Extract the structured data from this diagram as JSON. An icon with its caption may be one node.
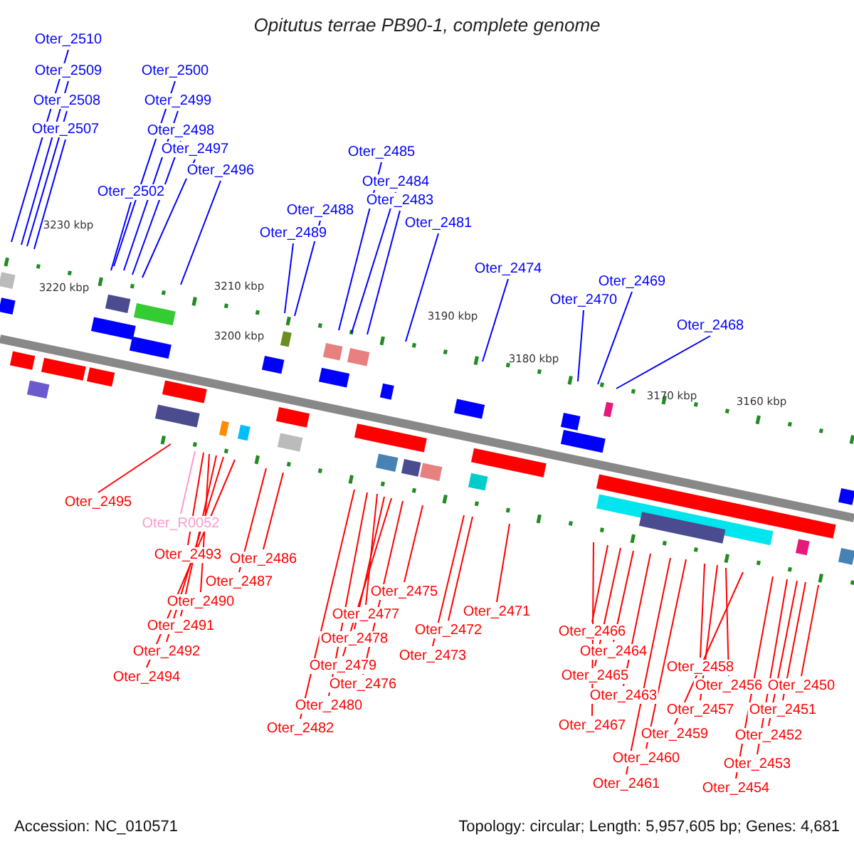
{
  "diagram": {
    "title": "Opitutus terrae PB90-1, complete genome",
    "nodes": [
      {
        "text": [
          "Oter_2510"
        ]
      },
      {
        "text": [
          "Oter_2509"
        ]
      },
      {
        "text": [
          "Oter_2500"
        ]
      },
      {
        "text": [
          "Oter_2508"
        ]
      },
      {
        "text": [
          "Oter_2499"
        ]
      },
      {
        "text": [
          "Oter_2507"
        ]
      },
      {
        "text": [
          "Oter_2498"
        ]
      },
      {
        "text": [
          "Oter_2485"
        ]
      },
      {
        "text": [
          "Oter_2497"
        ]
      },
      {
        "text": [
          "Oter_2496"
        ]
      },
      {
        "text": [
          "Oter_2484"
        ]
      },
      {
        "text": [
          "Oter_2502"
        ]
      },
      {
        "text": [
          "Oter_2483"
        ]
      },
      {
        "text": [
          "Oter_2488"
        ]
      },
      {
        "text": [
          "Oter_2481"
        ]
      },
      {
        "text": [
          "Oter_2489"
        ]
      },
      {
        "text": [
          "Oter_2474"
        ]
      },
      {
        "text": [
          "Oter_2469"
        ]
      },
      {
        "text": [
          "Oter_2470"
        ]
      },
      {
        "text": [
          "Oter_2468"
        ]
      },
      {
        "text": [
          "Oter_2495"
        ]
      },
      {
        "text": [
          "Oter_R0052"
        ]
      },
      {
        "text": [
          "Oter_2493"
        ]
      },
      {
        "text": [
          "Oter_2486"
        ]
      },
      {
        "text": [
          "Oter_2487"
        ]
      },
      {
        "text": [
          "Oter_2490"
        ]
      },
      {
        "text": [
          "Oter_2491"
        ]
      },
      {
        "text": [
          "Oter_2492"
        ]
      },
      {
        "text": [
          "Oter_2494"
        ]
      },
      {
        "text": [
          "Oter_2475"
        ]
      },
      {
        "text": [
          "Oter_2477"
        ]
      },
      {
        "text": [
          "Oter_2478"
        ]
      },
      {
        "text": [
          "Oter_2479"
        ]
      },
      {
        "text": [
          "Oter_2476"
        ]
      },
      {
        "text": [
          "Oter_2480"
        ]
      },
      {
        "text": [
          "Oter_2482"
        ]
      },
      {
        "text": [
          "Oter_2471"
        ]
      },
      {
        "text": [
          "Oter_2472"
        ]
      },
      {
        "text": [
          "Oter_2473"
        ]
      },
      {
        "text": [
          "Oter_2466"
        ]
      },
      {
        "text": [
          "Oter_2464"
        ]
      },
      {
        "text": [
          "Oter_2465"
        ]
      },
      {
        "text": [
          "Oter_2463"
        ]
      },
      {
        "text": [
          "Oter_2467"
        ]
      },
      {
        "text": [
          "Oter_2458"
        ]
      },
      {
        "text": [
          "Oter_2456"
        ]
      },
      {
        "text": [
          "Oter_2450"
        ]
      },
      {
        "text": [
          "Oter_2457"
        ]
      },
      {
        "text": [
          "Oter_2451"
        ]
      },
      {
        "text": [
          "Oter_2459"
        ]
      },
      {
        "text": [
          "Oter_2452"
        ]
      },
      {
        "text": [
          "Oter_2460"
        ]
      },
      {
        "text": [
          "Oter_2453"
        ]
      },
      {
        "text": [
          "Oter_2461"
        ]
      },
      {
        "text": [
          "Oter_2454"
        ]
      }
    ],
    "edges": [
      {
        "from": 0,
        "to": null,
        "arrow": "none",
        "color": "#0000ff"
      },
      {
        "from": 1,
        "to": null,
        "arrow": "none",
        "color": "#0000ff"
      },
      {
        "from": 2,
        "to": null,
        "arrow": "none",
        "color": "#0000ff"
      },
      {
        "from": 3,
        "to": null,
        "arrow": "none",
        "color": "#0000ff"
      },
      {
        "from": 4,
        "to": null,
        "arrow": "none",
        "color": "#0000ff"
      },
      {
        "from": 5,
        "to": null,
        "arrow": "none",
        "color": "#0000ff"
      },
      {
        "from": 6,
        "to": null,
        "arrow": "none",
        "color": "#0000ff"
      },
      {
        "from": 7,
        "to": null,
        "arrow": "none",
        "color": "#0000ff"
      },
      {
        "from": 8,
        "to": null,
        "arrow": "none",
        "color": "#0000ff"
      },
      {
        "from": 9,
        "to": null,
        "arrow": "none",
        "color": "#0000ff"
      },
      {
        "from": 10,
        "to": null,
        "arrow": "none",
        "color": "#0000ff"
      },
      {
        "from": 11,
        "to": null,
        "arrow": "none",
        "color": "#0000ff"
      },
      {
        "from": 12,
        "to": null,
        "arrow": "none",
        "color": "#0000ff"
      },
      {
        "from": 13,
        "to": null,
        "arrow": "none",
        "color": "#0000ff"
      },
      {
        "from": 14,
        "to": null,
        "arrow": "none",
        "color": "#0000ff"
      },
      {
        "from": 15,
        "to": null,
        "arrow": "none",
        "color": "#0000ff"
      },
      {
        "from": 16,
        "to": null,
        "arrow": "none",
        "color": "#0000ff"
      },
      {
        "from": 17,
        "to": null,
        "arrow": "none",
        "color": "#0000ff"
      },
      {
        "from": 18,
        "to": null,
        "arrow": "none",
        "color": "#0000ff"
      },
      {
        "from": 19,
        "to": null,
        "arrow": "none",
        "color": "#0000ff"
      },
      {
        "from": 20,
        "to": null,
        "arrow": "none"
      },
      {
        "from": 21,
        "to": null,
        "arrow": "none",
        "color": "#ff99cc"
      },
      {
        "from": 22,
        "to": null,
        "arrow": "none"
      },
      {
        "from": 23,
        "to": null,
        "arrow": "none"
      },
      {
        "from": 24,
        "to": null,
        "arrow": "none"
      },
      {
        "from": 25,
        "to": null,
        "arrow": "none"
      },
      {
        "from": 26,
        "to": null,
        "arrow": "none"
      },
      {
        "from": 27,
        "to": null,
        "arrow": "none"
      },
      {
        "from": 28,
        "to": null,
        "arrow": "none"
      },
      {
        "from": 29,
        "to": null,
        "arrow": "none"
      },
      {
        "from": 30,
        "to": null,
        "arrow": "none"
      },
      {
        "from": 31,
        "to": null,
        "arrow": "none"
      },
      {
        "from": 32,
        "to": null,
        "arrow": "none"
      },
      {
        "from": 33,
        "to": null,
        "arrow": "none"
      },
      {
        "from": 34,
        "to": null,
        "arrow": "none"
      },
      {
        "from": 35,
        "to": null,
        "arrow": "none"
      },
      {
        "from": 36,
        "to": null,
        "arrow": "none"
      },
      {
        "from": 37,
        "to": null,
        "arrow": "none"
      },
      {
        "from": 38,
        "to": null,
        "arrow": "none"
      },
      {
        "from": 39,
        "to": null,
        "arrow": "none"
      },
      {
        "from": 40,
        "to": null,
        "arrow": "none"
      },
      {
        "from": 41,
        "to": null,
        "arrow": "none"
      },
      {
        "from": 42,
        "to": null,
        "arrow": "none"
      },
      {
        "from": 43,
        "to": null,
        "arrow": "none"
      },
      {
        "from": 44,
        "to": null,
        "arrow": "none"
      },
      {
        "from": 45,
        "to": null,
        "arrow": "none"
      },
      {
        "from": 46,
        "to": null,
        "arrow": "none"
      },
      {
        "from": 47,
        "to": null,
        "arrow": "none"
      },
      {
        "from": 48,
        "to": null,
        "arrow": "none"
      },
      {
        "from": 49,
        "to": null,
        "arrow": "none"
      },
      {
        "from": 50,
        "to": null,
        "arrow": "none"
      },
      {
        "from": 51,
        "to": null,
        "arrow": "none"
      },
      {
        "from": 52,
        "to": null,
        "arrow": "none"
      },
      {
        "from": 53,
        "to": null,
        "arrow": "none"
      },
      {
        "from": 54,
        "to": null,
        "arrow": "none"
      }
    ],
    "labels": [
      "3230 kbp",
      "3220 kbp",
      "3210 kbp",
      "3200 kbp",
      "3190 kbp",
      "3180 kbp",
      "3170 kbp",
      "3160 kbp",
      "Accession: NC_010571",
      "Topology: circular; Length: 5,957,605 bp; Genes: 4,681"
    ]
  }
}
